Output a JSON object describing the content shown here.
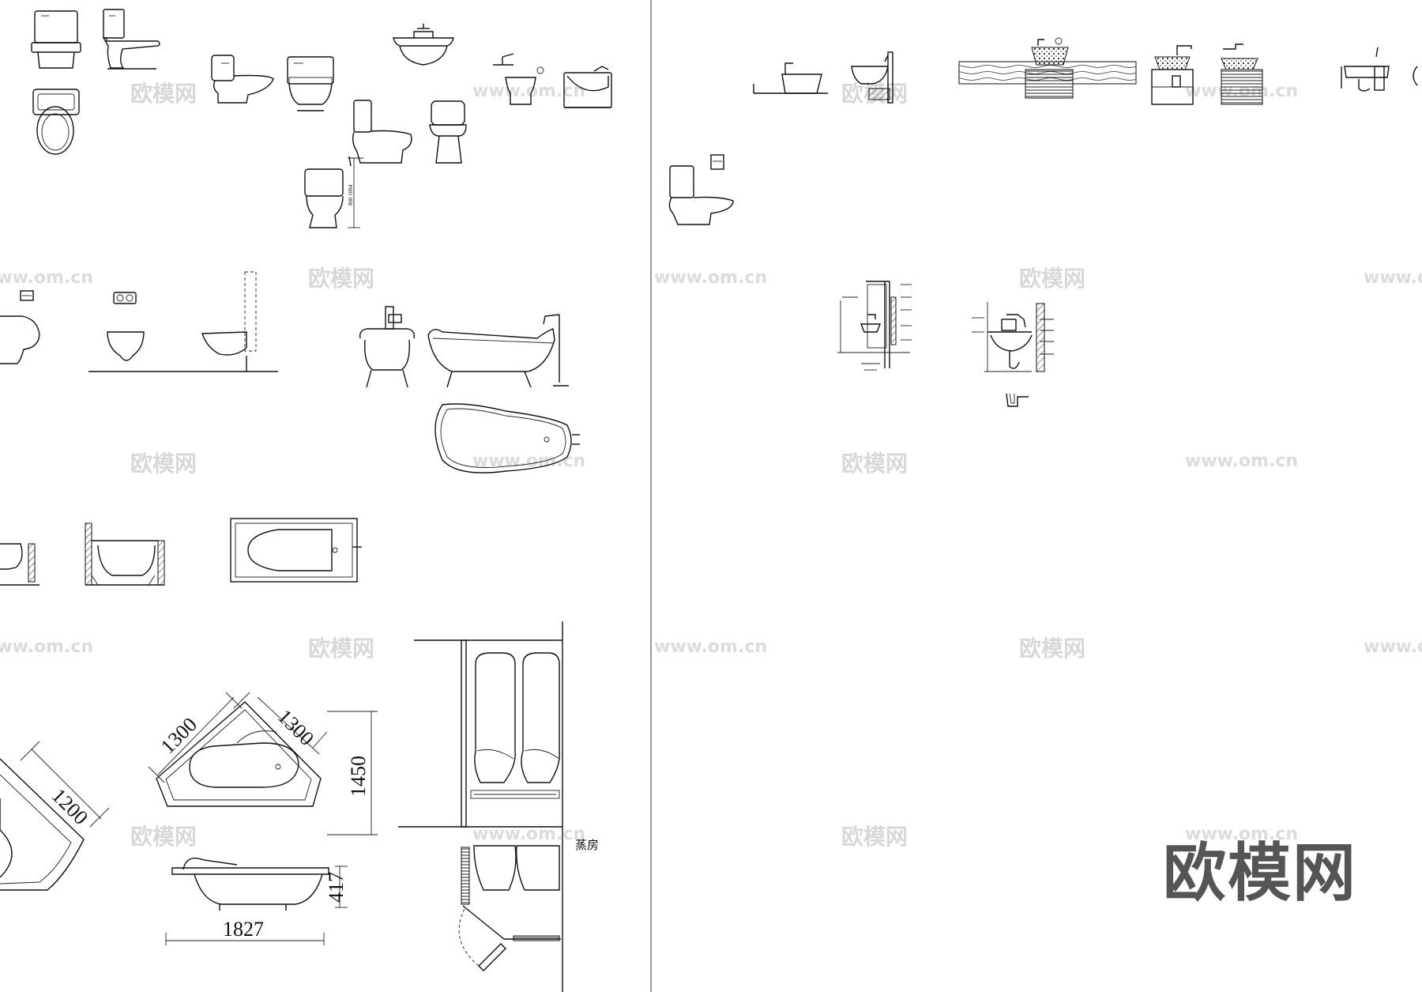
{
  "dimensions": {
    "corner_tub_1200": "1200",
    "corner_tub_1300_left": "1300",
    "corner_tub_1300_right": "1300",
    "corner_tub_1450": "1450",
    "tub_height_417": "417",
    "tub_length_1827": "1827",
    "toilet_height": "800 1084"
  },
  "labels": {
    "steam_room": "蒸房"
  },
  "watermark": {
    "brand_cn": "欧模网",
    "url": "www.om.cn",
    "big_logo": "欧模网"
  },
  "colors": {
    "line": "#111111",
    "watermark": "#d8d8d8",
    "logo": "#555555"
  }
}
